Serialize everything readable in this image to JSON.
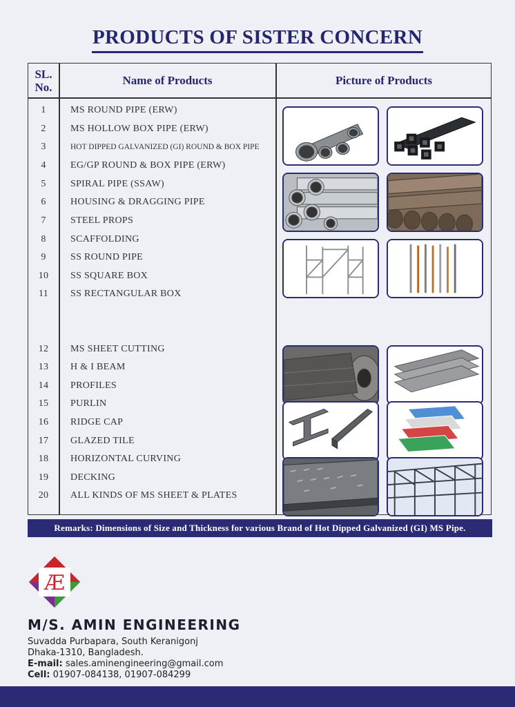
{
  "title": "PRODUCTS OF SISTER CONCERN",
  "table": {
    "headers": {
      "sl": "SL. No.",
      "sl_line1": "SL.",
      "sl_line2": "No.",
      "name": "Name of Products",
      "picture": "Picture of Products"
    },
    "rows": [
      {
        "sl": "1",
        "name": "MS ROUND PIPE (ERW)"
      },
      {
        "sl": "2",
        "name": "MS HOLLOW BOX PIPE (ERW)"
      },
      {
        "sl": "3",
        "name": "HOT DIPPED GALVANIZED (GI) ROUND & BOX PIPE"
      },
      {
        "sl": "4",
        "name": "EG/GP ROUND & BOX PIPE (ERW)"
      },
      {
        "sl": "5",
        "name": "SPIRAL PIPE (SSAW)"
      },
      {
        "sl": "6",
        "name": "HOUSING & DRAGGING PIPE"
      },
      {
        "sl": "7",
        "name": "STEEL PROPS"
      },
      {
        "sl": "8",
        "name": "SCAFFOLDING"
      },
      {
        "sl": "9",
        "name": "SS ROUND PIPE"
      },
      {
        "sl": "10",
        "name": "SS SQUARE BOX"
      },
      {
        "sl": "11",
        "name": "SS RECTANGULAR BOX"
      },
      {
        "sl": "12",
        "name": "MS SHEET CUTTING"
      },
      {
        "sl": "13",
        "name": "H & I BEAM"
      },
      {
        "sl": "14",
        "name": "PROFILES"
      },
      {
        "sl": "15",
        "name": "PURLIN"
      },
      {
        "sl": "16",
        "name": "RIDGE CAP"
      },
      {
        "sl": "17",
        "name": "GLAZED TILE"
      },
      {
        "sl": "18",
        "name": "HORIZONTAL CURVING"
      },
      {
        "sl": "19",
        "name": "DECKING"
      },
      {
        "sl": "20",
        "name": "ALL KINDS OF MS SHEET & PLATES"
      }
    ]
  },
  "remarks": "Remarks: Dimensions of Size and Thickness for various Brand of Hot Dipped Galvanized (GI) MS Pipe.",
  "company": {
    "logo_text": "Æ",
    "name": "M/S. AMIN ENGINEERING",
    "address_line1": "Suvadda Purbapara, South Keranigonj",
    "address_line2": "Dhaka-1310, Bangladesh.",
    "email_label": "E-mail:",
    "email": "sales.aminengineering@gmail.com",
    "cell_label": "Cell:",
    "cell": "01907-084138, 01907-084299"
  },
  "colors": {
    "accent": "#2a2a75",
    "title": "#26256e",
    "background": "#eef0f6"
  },
  "images": [
    "round-pipes-photo",
    "box-pipes-photo",
    "galvanized-pipes-photo",
    "spiral-pipes-photo",
    "scaffolding-photo",
    "steel-props-photo",
    "steel-coils-photo",
    "steel-sheets-photo",
    "beams-photo",
    "roof-sheets-photo",
    "checker-plate-photo",
    "steel-structure-photo"
  ]
}
